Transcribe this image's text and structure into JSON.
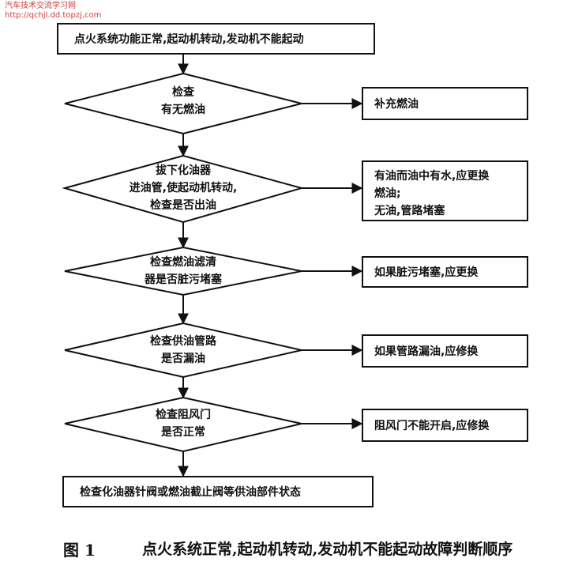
{
  "watermark": {
    "line1": "汽车技术交流学习网",
    "line2": "http://qchjl.dd.topzj.com"
  },
  "flow": {
    "start": "点火系统功能正常,起动机转动,发动机不能起动",
    "decisions": [
      {
        "lines": [
          "检查",
          "有无燃油"
        ],
        "action": [
          "补充燃油"
        ]
      },
      {
        "lines": [
          "拔下化油器",
          "进油管,使起动机转动,",
          "检查是否出油"
        ],
        "action": [
          "有油而油中有水,应更换",
          "燃油;",
          "无油,管路堵塞"
        ]
      },
      {
        "lines": [
          "检查燃油滤清",
          "器是否脏污堵塞"
        ],
        "action": [
          "如果脏污堵塞,应更换"
        ]
      },
      {
        "lines": [
          "检查供油管路",
          "是否漏油"
        ],
        "action": [
          "如果管路漏油,应修换"
        ]
      },
      {
        "lines": [
          "检查阻风门",
          "是否正常"
        ],
        "action": [
          "阻风门不能开启,应修换"
        ]
      }
    ],
    "end": "检查化油器针阀或燃油截止阀等供油部件状态"
  },
  "caption": {
    "label": "图 1",
    "text": "点火系统正常,起动机转动,发动机不能起动故障判断顺序"
  }
}
